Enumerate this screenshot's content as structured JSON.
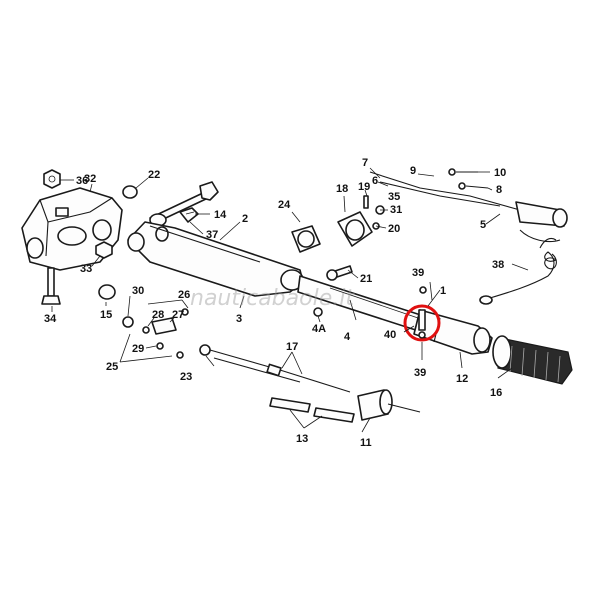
{
  "watermark": "nauticabaole.it",
  "highlight_color": "#e01010",
  "callouts": {
    "c1": "1",
    "c2": "2",
    "c3": "3",
    "c4": "4",
    "c4a": "4A",
    "c5": "5",
    "c6": "6",
    "c7": "7",
    "c8": "8",
    "c9": "9",
    "c10": "10",
    "c11": "11",
    "c12": "12",
    "c13": "13",
    "c14": "14",
    "c15": "15",
    "c16": "16",
    "c17": "17",
    "c18": "18",
    "c19": "19",
    "c20": "20",
    "c21": "21",
    "c22": "22",
    "c23": "23",
    "c24": "24",
    "c25": "25",
    "c26": "26",
    "c27": "27",
    "c28": "28",
    "c29": "29",
    "c30": "30",
    "c31": "31",
    "c32": "32",
    "c33": "33",
    "c34": "34",
    "c35": "35",
    "c36": "36",
    "c37": "37",
    "c38": "38",
    "c39a": "39",
    "c39b": "39",
    "c40": "40"
  }
}
